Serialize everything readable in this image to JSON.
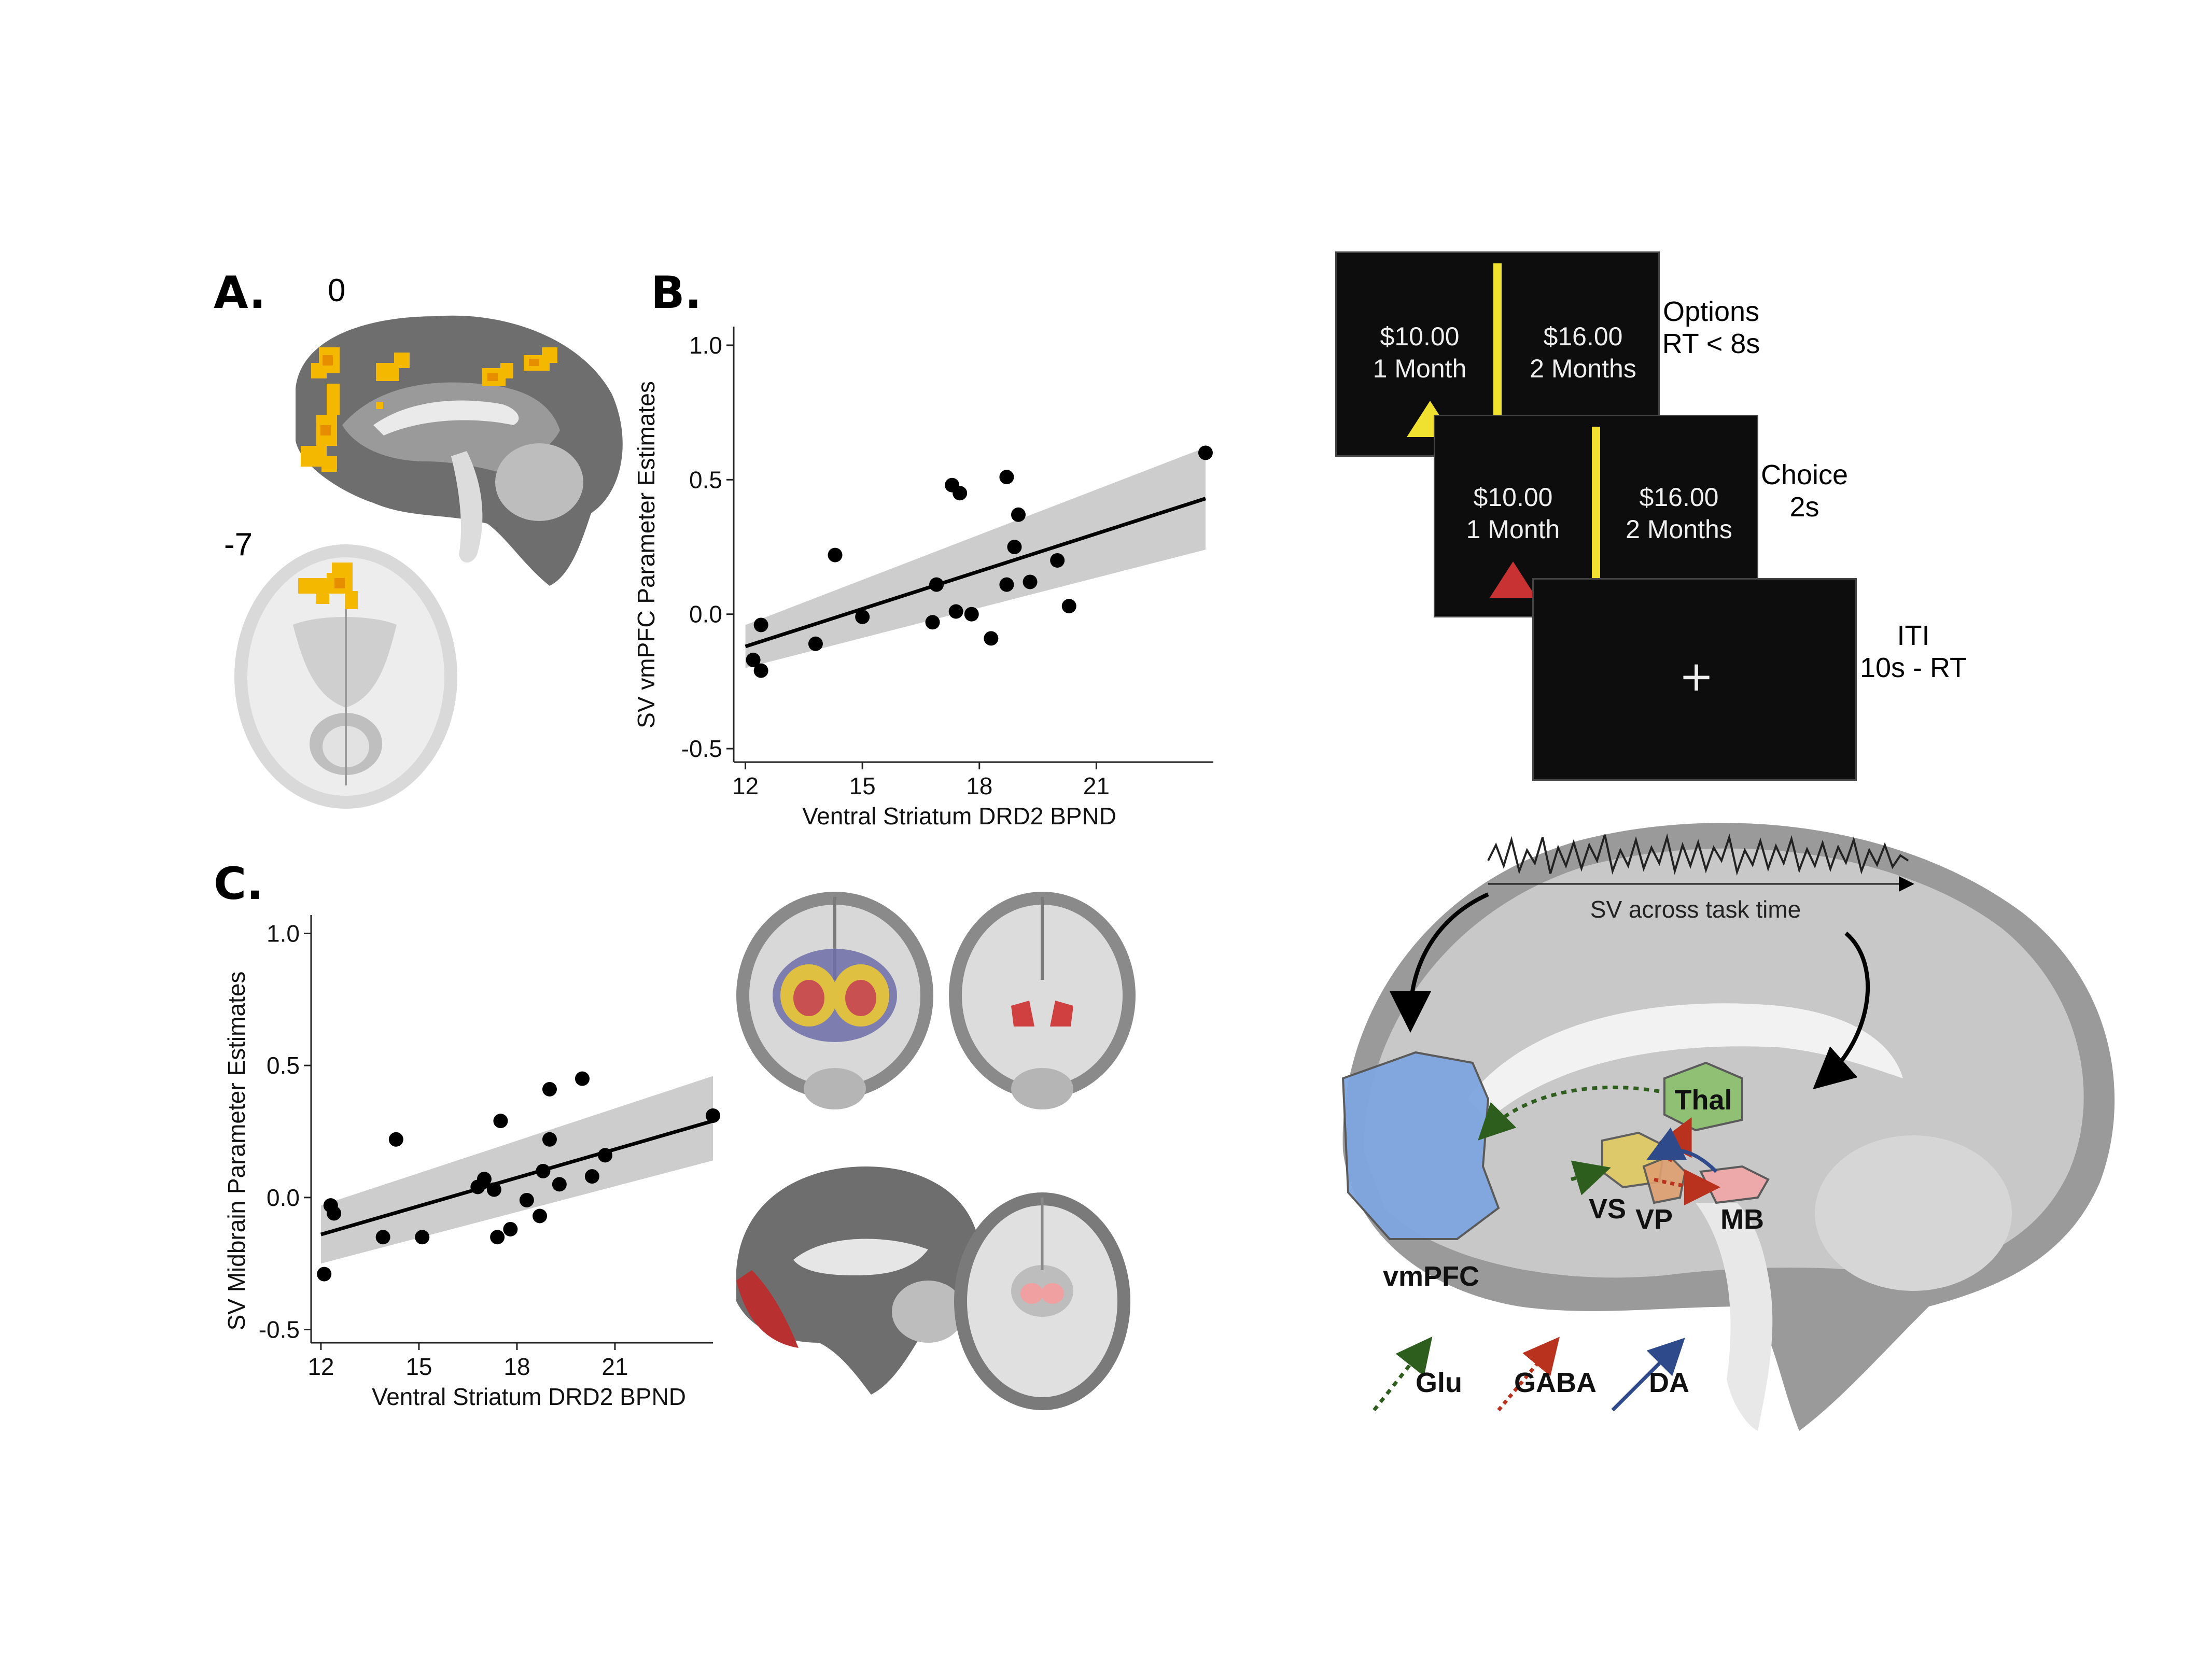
{
  "panels": {
    "a": {
      "letter": "A.",
      "sagittal_label": "0",
      "axial_label": "-7"
    },
    "b": {
      "letter": "B."
    },
    "c": {
      "letter": "C."
    }
  },
  "task": {
    "screen1": {
      "left_amount": "$10.00",
      "left_delay": "1 Month",
      "right_amount": "$16.00",
      "right_delay": "2 Months"
    },
    "screen2": {
      "left_amount": "$10.00",
      "left_delay": "1 Month",
      "right_amount": "$16.00",
      "right_delay": "2 Months"
    },
    "screen3": {
      "fixation": "+"
    },
    "captions": {
      "options_line1": "Options",
      "options_line2": "RT < 8s",
      "choice_line1": "Choice",
      "choice_line2": "2s",
      "iti_line1": "ITI",
      "iti_line2": "10s - RT"
    }
  },
  "circuit": {
    "signal_label": "SV across task time",
    "regions": {
      "vmpfc": "vmPFC",
      "thal": "Thal",
      "vs": "VS",
      "vp": "VP",
      "mb": "MB"
    },
    "legend": {
      "glu": "Glu",
      "gaba": "GABA",
      "da": "DA"
    },
    "colors": {
      "glu": "#2e5e1e",
      "gaba": "#b8321e",
      "da": "#2e4a8a",
      "vmpfc": "#7ea6e0",
      "thal": "#8cc070",
      "vs": "#e0c860",
      "vp": "#e0a070",
      "mb": "#f0a8a8"
    }
  },
  "chart_data": [
    {
      "type": "scatter",
      "title": "",
      "xlabel": "Ventral Striatum DRD2 BPND",
      "ylabel": "SV vmPFC Parameter Estimates",
      "xlim": [
        11.7,
        24.0
      ],
      "ylim": [
        -0.55,
        1.05
      ],
      "xticks": [
        "12",
        "15",
        "18",
        "21"
      ],
      "yticks": [
        "1.0",
        "0.5",
        "0.0",
        "-0.5"
      ],
      "points": [
        [
          12.2,
          -0.17
        ],
        [
          12.4,
          -0.04
        ],
        [
          12.4,
          -0.21
        ],
        [
          13.8,
          -0.11
        ],
        [
          14.3,
          0.22
        ],
        [
          15.0,
          -0.01
        ],
        [
          16.8,
          -0.03
        ],
        [
          16.9,
          0.11
        ],
        [
          17.3,
          0.48
        ],
        [
          17.4,
          0.01
        ],
        [
          17.5,
          0.45
        ],
        [
          17.8,
          0.0
        ],
        [
          18.3,
          -0.09
        ],
        [
          18.7,
          0.11
        ],
        [
          18.7,
          0.51
        ],
        [
          18.9,
          0.25
        ],
        [
          19.0,
          0.37
        ],
        [
          19.3,
          0.12
        ],
        [
          20.0,
          0.2
        ],
        [
          20.3,
          0.03
        ],
        [
          23.8,
          0.6
        ]
      ],
      "fit": {
        "x": [
          12.0,
          23.8
        ],
        "y": [
          -0.12,
          0.43
        ]
      },
      "ci_band": {
        "lower": [
          -0.2,
          0.24
        ],
        "upper": [
          -0.04,
          0.62
        ]
      }
    },
    {
      "type": "scatter",
      "title": "",
      "xlabel": "Ventral Striatum DRD2 BPND",
      "ylabel": "SV Midbrain Parameter Estimates",
      "xlim": [
        11.7,
        24.0
      ],
      "ylim": [
        -0.55,
        1.05
      ],
      "xticks": [
        "12",
        "15",
        "18",
        "21"
      ],
      "yticks": [
        "1.0",
        "0.5",
        "0.0",
        "-0.5"
      ],
      "points": [
        [
          12.1,
          -0.29
        ],
        [
          12.3,
          -0.03
        ],
        [
          12.4,
          -0.06
        ],
        [
          13.9,
          -0.15
        ],
        [
          14.3,
          0.22
        ],
        [
          15.1,
          -0.15
        ],
        [
          16.8,
          0.04
        ],
        [
          17.0,
          0.07
        ],
        [
          17.3,
          0.03
        ],
        [
          17.5,
          0.29
        ],
        [
          17.4,
          -0.15
        ],
        [
          17.8,
          -0.12
        ],
        [
          18.3,
          -0.01
        ],
        [
          18.7,
          -0.07
        ],
        [
          18.8,
          0.1
        ],
        [
          19.0,
          0.22
        ],
        [
          19.0,
          0.41
        ],
        [
          19.3,
          0.05
        ],
        [
          20.0,
          0.45
        ],
        [
          20.3,
          0.08
        ],
        [
          20.7,
          0.16
        ],
        [
          24.0,
          0.31
        ]
      ],
      "fit": {
        "x": [
          12.0,
          24.0
        ],
        "y": [
          -0.14,
          0.29
        ]
      },
      "ci_band": {
        "lower": [
          -0.25,
          0.14
        ],
        "upper": [
          -0.03,
          0.46
        ]
      }
    }
  ]
}
